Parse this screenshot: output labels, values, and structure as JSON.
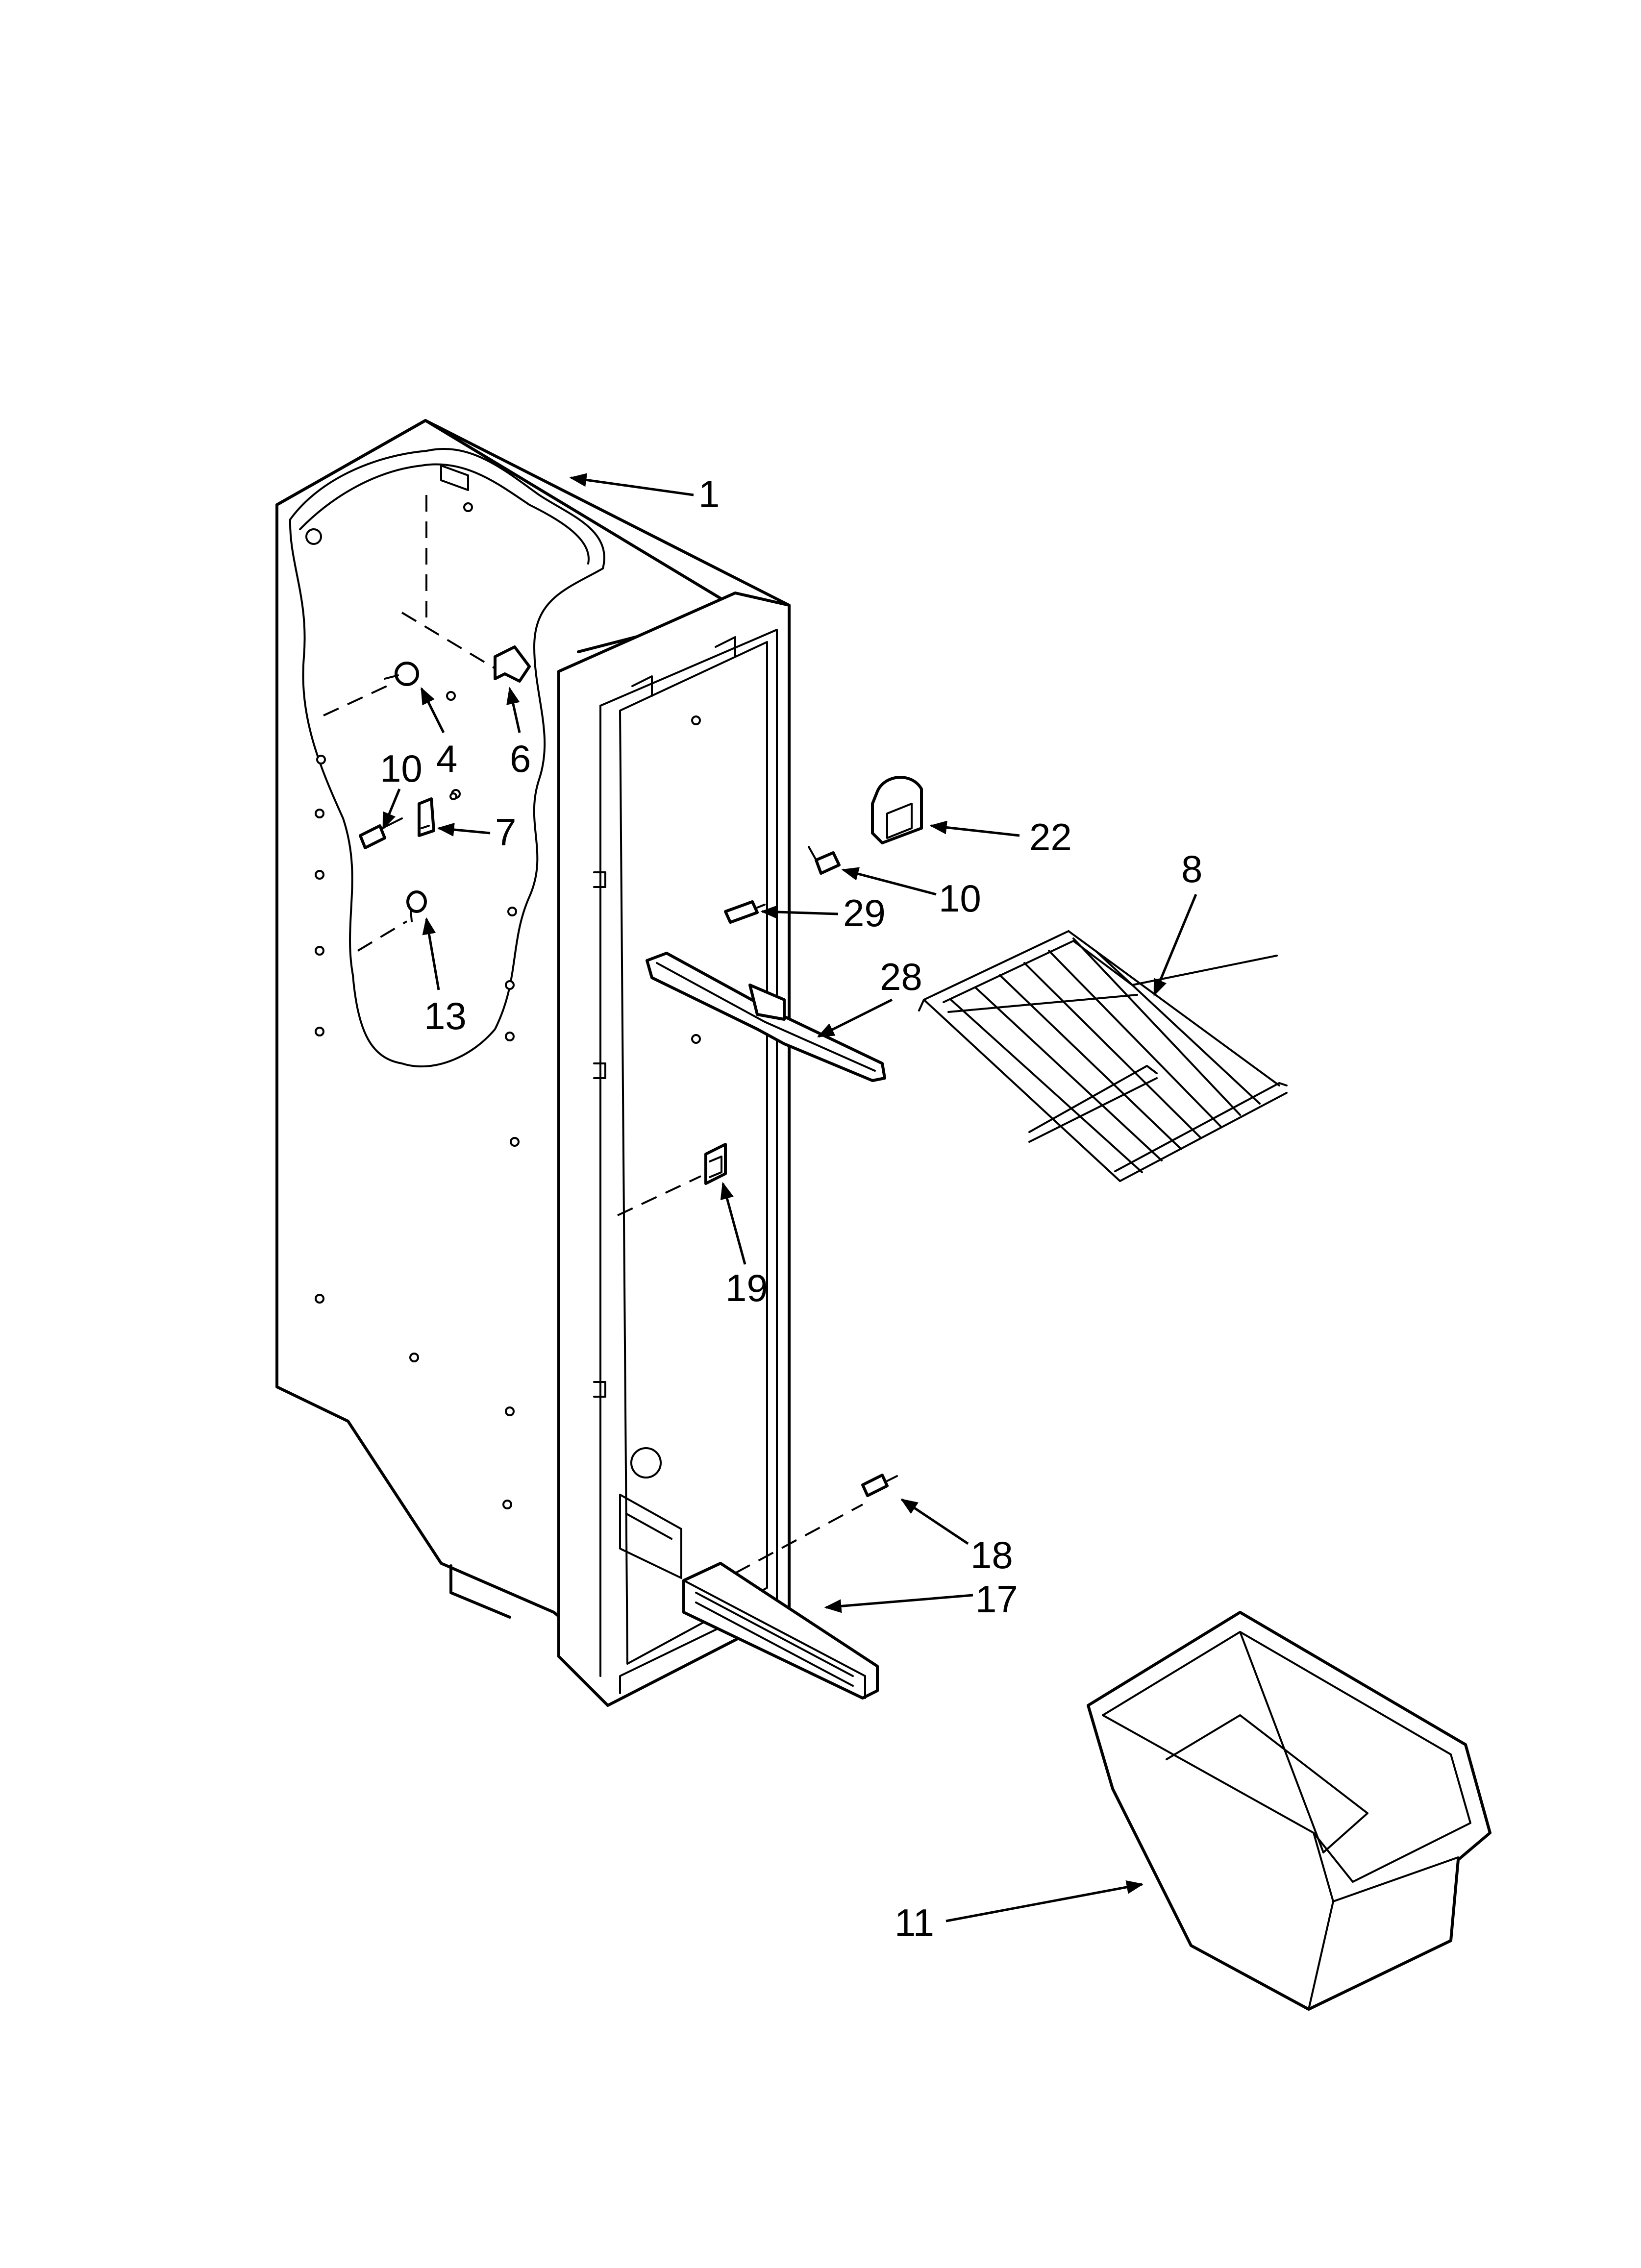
{
  "diagram": {
    "callouts": [
      {
        "id": "c1",
        "label": "1"
      },
      {
        "id": "c4",
        "label": "4"
      },
      {
        "id": "c6",
        "label": "6"
      },
      {
        "id": "c10a",
        "label": "10"
      },
      {
        "id": "c7",
        "label": "7"
      },
      {
        "id": "c13",
        "label": "13"
      },
      {
        "id": "c22",
        "label": "22"
      },
      {
        "id": "c8",
        "label": "8"
      },
      {
        "id": "c10b",
        "label": "10"
      },
      {
        "id": "c29",
        "label": "29"
      },
      {
        "id": "c28",
        "label": "28"
      },
      {
        "id": "c19",
        "label": "19"
      },
      {
        "id": "c18",
        "label": "18"
      },
      {
        "id": "c17",
        "label": "17"
      },
      {
        "id": "c11",
        "label": "11"
      }
    ]
  }
}
